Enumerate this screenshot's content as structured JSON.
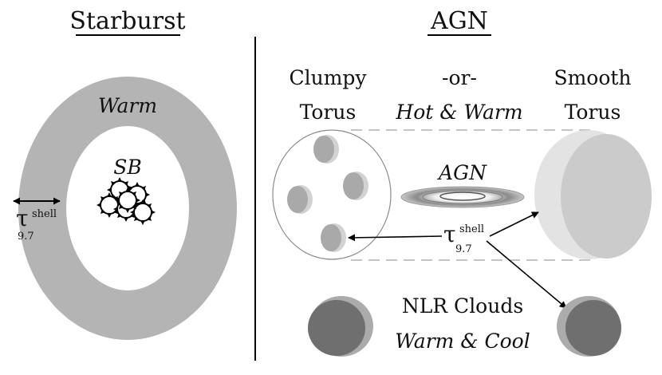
{
  "left_panel": {
    "title": "Starburst",
    "shell_label": "Warm",
    "core_label": "SB",
    "tau_symbol": "τ",
    "tau_sup": "shell",
    "tau_sub": "9.7"
  },
  "right_panel": {
    "title": "AGN",
    "clumpy_line1": "Clumpy",
    "clumpy_line2": "Torus",
    "or_label": "-or-",
    "hot_warm_label": "Hot & Warm",
    "smooth_line1": "Smooth",
    "smooth_line2": "Torus",
    "agn_label": "AGN",
    "tau_symbol": "τ",
    "tau_sup": "shell",
    "tau_sub": "9.7",
    "nlr_line1": "NLR Clouds",
    "nlr_line2": "Warm & Cool"
  },
  "colors": {
    "shell_gray": "#b4b4b4",
    "clump_gray": "#a9a9a9",
    "torus_face": "#cbcbcb",
    "torus_rim": "#e3e3e3",
    "nlr_dark": "#6f6f6f",
    "nlr_light": "#ababab"
  }
}
